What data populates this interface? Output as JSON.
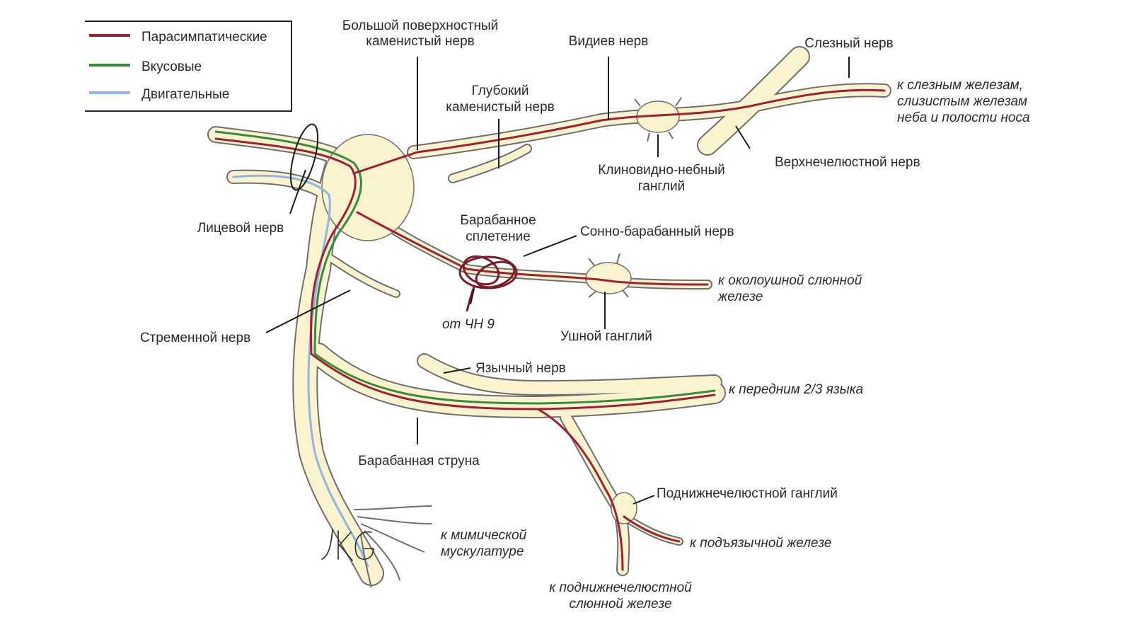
{
  "legend": {
    "items": [
      {
        "label": "Парасимпатические",
        "color": "#9b2335"
      },
      {
        "label": "Вкусовые",
        "color": "#3a8a3e"
      },
      {
        "label": "Двигательные",
        "color": "#8fb6dd"
      }
    ]
  },
  "colors": {
    "nerve_fill": "#fbf3cf",
    "nerve_outline": "#6e6e6e",
    "parasympathetic": "#9b2335",
    "gustatory": "#3a8a3e",
    "motor": "#8fb6dd",
    "ganglion_fill": "#fbf3cf",
    "label_text": "#2a2a2a"
  },
  "labels": {
    "greater_petrosal_1": "Большой поверхностный",
    "greater_petrosal_2": "каменистый нерв",
    "vidian": "Видиев нерв",
    "lacrimal": "Слезный нерв",
    "lacrimal_target_1": "к слезным железам,",
    "lacrimal_target_2": "слизистым железам",
    "lacrimal_target_3": "неба и полости носа",
    "deep_petrosal_1": "Глубокий",
    "deep_petrosal_2": "каменистый нерв",
    "pterygopalatine_1": "Клиновидно-небный",
    "pterygopalatine_2": "ганглий",
    "maxillary": "Верхнечелюстной нерв",
    "facial": "Лицевой нерв",
    "tympanic_plexus_1": "Барабанное",
    "tympanic_plexus_2": "сплетение",
    "caroticotympanic": "Сонно-барабанный нерв",
    "parotid_target_1": "к околоушной слюнной",
    "parotid_target_2": "железе",
    "from_cn9": "от ЧН 9",
    "otic": "Ушной ганглий",
    "stapedius": "Стременной нерв",
    "lingual": "Язычный нерв",
    "tongue_target": "к передним 2/3 языка",
    "chorda": "Барабанная струна",
    "submandibular_ganglion": "Поднижнечелюстной ганглий",
    "sublingual_target": "к подъязычной железе",
    "submandibular_target_1": "к поднижнечелюстной",
    "submandibular_target_2": "слюнной железе",
    "facial_muscles_target_1": "к мимической",
    "facial_muscles_target_2": "мускулатуре"
  },
  "signature": "JKG"
}
